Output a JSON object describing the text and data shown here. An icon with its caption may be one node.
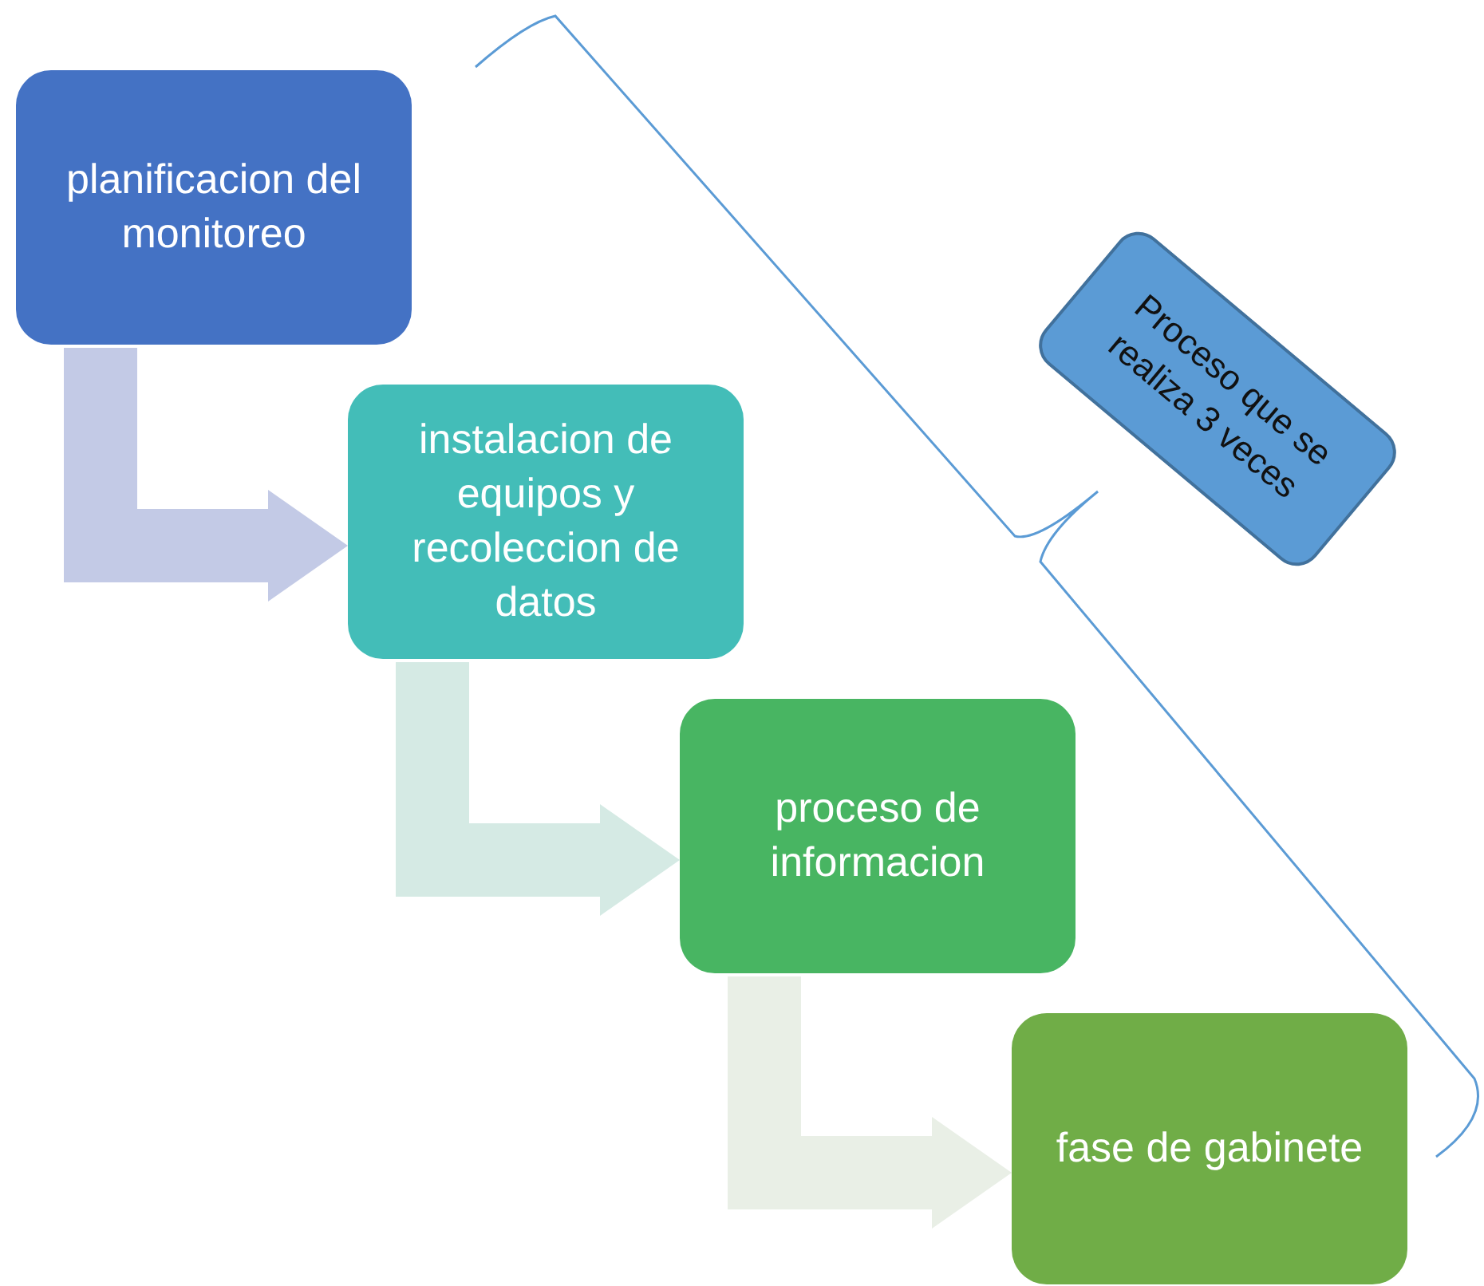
{
  "diagram": {
    "nodes": [
      {
        "text": [
          "planificacion del monitoreo"
        ]
      },
      {
        "text": [
          "instalacion de equipos y recoleccion de datos"
        ]
      },
      {
        "text": [
          "proceso de informacion"
        ]
      },
      {
        "text": [
          "fase de gabinete"
        ]
      },
      {
        "text": [
          "Proceso que se realiza 3 veces"
        ]
      }
    ],
    "edges": [
      {
        "from": 0,
        "to": 1,
        "arrow": "to",
        "color": "#c3cae6"
      },
      {
        "from": 1,
        "to": 2,
        "arrow": "to",
        "color": "#d5eae4"
      },
      {
        "from": 2,
        "to": 3,
        "arrow": "to",
        "color": "#e9efe6"
      }
    ]
  }
}
